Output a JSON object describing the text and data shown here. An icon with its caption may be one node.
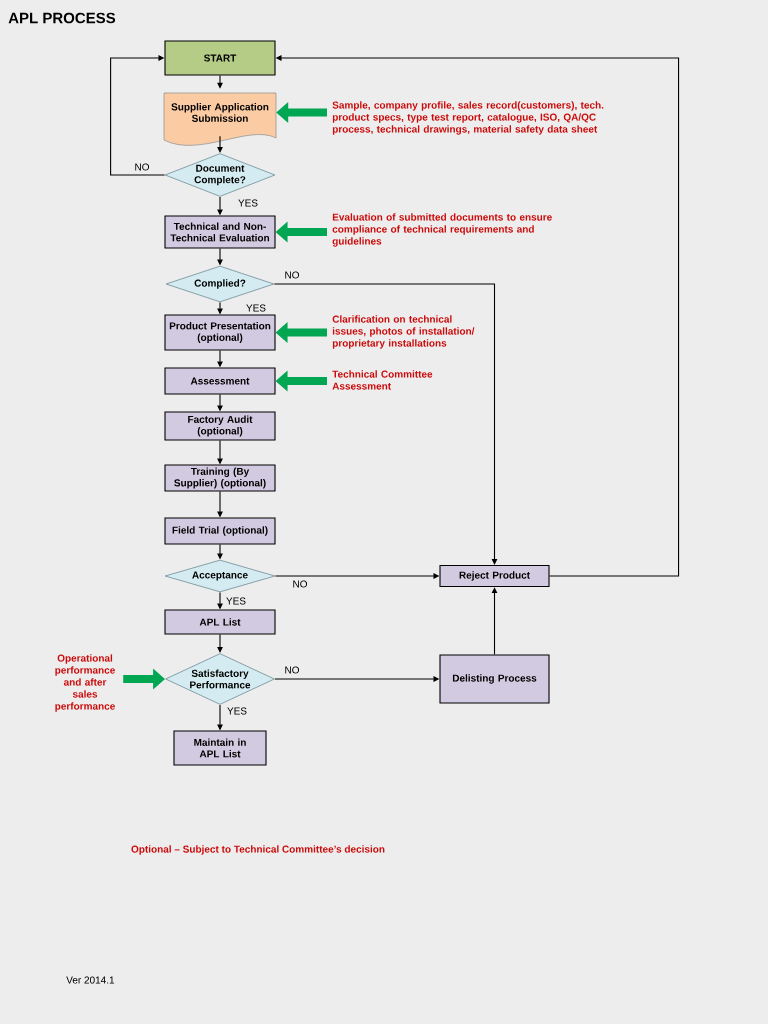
{
  "diagram": {
    "title": "APL PROCESS",
    "nodes": [
      {
        "text": [
          "START"
        ]
      },
      {
        "text": [
          "Supplier Application Submission"
        ]
      },
      {
        "text": [
          "Document Complete?"
        ]
      },
      {
        "text": [
          "Technical and Non-Technical Evaluation"
        ]
      },
      {
        "text": [
          "Complied?"
        ]
      },
      {
        "text": [
          "Product Presentation (optional)"
        ]
      },
      {
        "text": [
          "Assessment"
        ]
      },
      {
        "text": [
          "Factory Audit (optional)"
        ]
      },
      {
        "text": [
          "Training (By Supplier) (optional)"
        ]
      },
      {
        "text": [
          "Field Trial (optional)"
        ]
      },
      {
        "text": [
          "Acceptance"
        ]
      },
      {
        "text": [
          "APL List"
        ]
      },
      {
        "text": [
          "Satisfactory Performance"
        ]
      },
      {
        "text": [
          "Maintain in APL List"
        ]
      },
      {
        "text": [
          "Reject Product"
        ]
      },
      {
        "text": [
          "Delisting Process"
        ]
      },
      {
        "text": [
          "Sample, company profile, sales record(customers), tech. product specs, type test report, catalogue, ISO, QA/QC process, technical drawings, material safety data sheet"
        ]
      },
      {
        "text": [
          "Evaluation of submitted documents to ensure compliance of technical requirements and guidelines"
        ]
      },
      {
        "text": [
          "Clarification on technical issues, photos of installation/ proprietary installations"
        ]
      },
      {
        "text": [
          "Technical Committee Assessment"
        ]
      },
      {
        "text": [
          "Operational performance and after sales performance"
        ]
      }
    ],
    "edges": [
      {
        "from": 0,
        "to": 1,
        "arrow": "to"
      },
      {
        "from": 1,
        "to": 2,
        "arrow": "to"
      },
      {
        "from": 2,
        "to": 3,
        "arrow": "to",
        "label": "YES"
      },
      {
        "from": 2,
        "to": 0,
        "arrow": "to",
        "label": "NO"
      },
      {
        "from": 3,
        "to": 4,
        "arrow": "to"
      },
      {
        "from": 4,
        "to": 5,
        "arrow": "to",
        "label": "YES"
      },
      {
        "from": 4,
        "to": 14,
        "arrow": "to",
        "label": "NO"
      },
      {
        "from": 5,
        "to": 6,
        "arrow": "to"
      },
      {
        "from": 6,
        "to": 7,
        "arrow": "to"
      },
      {
        "from": 7,
        "to": 8,
        "arrow": "to"
      },
      {
        "from": 8,
        "to": 9,
        "arrow": "to"
      },
      {
        "from": 9,
        "to": 10,
        "arrow": "to"
      },
      {
        "from": 10,
        "to": 11,
        "arrow": "to",
        "label": "YES"
      },
      {
        "from": 10,
        "to": 14,
        "arrow": "to",
        "label": "NO"
      },
      {
        "from": 11,
        "to": 12,
        "arrow": "to"
      },
      {
        "from": 12,
        "to": 13,
        "arrow": "to",
        "label": "YES"
      },
      {
        "from": 12,
        "to": 15,
        "arrow": "to",
        "label": "NO"
      },
      {
        "from": 15,
        "to": 14,
        "arrow": "to"
      },
      {
        "from": 14,
        "to": 0,
        "arrow": "to"
      },
      {
        "from": 16,
        "to": 1,
        "arrow": "to",
        "style": "thick",
        "color": "#00a651"
      },
      {
        "from": 17,
        "to": 3,
        "arrow": "to",
        "style": "thick",
        "color": "#00a651"
      },
      {
        "from": 18,
        "to": 5,
        "arrow": "to",
        "style": "thick",
        "color": "#00a651"
      },
      {
        "from": 19,
        "to": 6,
        "arrow": "to",
        "style": "thick",
        "color": "#00a651"
      },
      {
        "from": 20,
        "to": 12,
        "arrow": "to",
        "style": "thick",
        "color": "#00a651"
      }
    ],
    "labels": [
      "Optional – Subject to Technical Committee’s decision",
      "Ver 2014.1"
    ]
  }
}
